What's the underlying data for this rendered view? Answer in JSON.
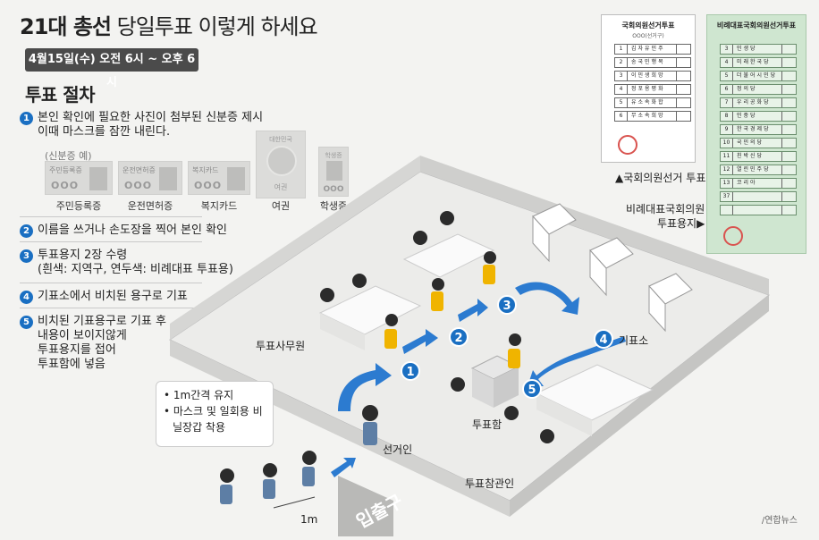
{
  "header": {
    "title_bold": "21대 총선",
    "title_rest": " 당일투표 이렇게 하세요",
    "date_time": "4월15일(수) 오전 6시 ~ 오후 6시",
    "section_title": "투표 절차"
  },
  "steps": [
    {
      "num": "1",
      "line1": "본인 확인에 필요한 사진이 첨부된 신분증 제시",
      "line2": "이때 마스크를 잠깐 내린다."
    },
    {
      "num": "2",
      "line1": "이름을 쓰거나 손도장을 찍어 본인 확인",
      "line2": ""
    },
    {
      "num": "3",
      "line1": "투표용지 2장 수령",
      "line2": "(흰색: 지역구, 연두색: 비례대표 투표용)"
    },
    {
      "num": "4",
      "line1": "기표소에서 비치된 용구로 기표",
      "line2": ""
    },
    {
      "num": "5",
      "line1": "비치된 기표용구로 기표 후",
      "line2": "내용이 보이지않게",
      "line3": "투표용지를 접어",
      "line4": "투표함에 넣음"
    }
  ],
  "id_cards": {
    "note": "(신분증 예)",
    "cards": [
      {
        "label": "주민등록증",
        "number": "OOO",
        "caption": "주민등록증"
      },
      {
        "label": "운전면허증",
        "number": "OOO",
        "caption": "운전면허증"
      },
      {
        "label": "복지카드",
        "number": "OOO",
        "caption": "복지카드"
      }
    ],
    "passport": {
      "top": "대한민국",
      "word": "여권",
      "caption": "여권"
    },
    "student": {
      "label": "학생증",
      "number": "OOO",
      "caption": "학생증"
    }
  },
  "ballots": {
    "district": {
      "header": "국회의원선거투표",
      "sub": "OOO(선거구)",
      "rows": [
        {
          "n": "1",
          "name": "김자유민주"
        },
        {
          "n": "2",
          "name": "송국민행복"
        },
        {
          "n": "3",
          "name": "이민생희망"
        },
        {
          "n": "4",
          "name": "정포용평화"
        },
        {
          "n": "5",
          "name": "유소속화합"
        },
        {
          "n": "6",
          "name": "무소속희망"
        }
      ],
      "caption": "▲국회의원선거 투표용지"
    },
    "proportional": {
      "header": "비례대표국회의원선거투표",
      "rows": [
        {
          "n": "3",
          "name": "민생당"
        },
        {
          "n": "4",
          "name": "미래한국당"
        },
        {
          "n": "5",
          "name": "더불어시민당"
        },
        {
          "n": "6",
          "name": "정의당"
        },
        {
          "n": "7",
          "name": "우리공화당"
        },
        {
          "n": "8",
          "name": "민중당"
        },
        {
          "n": "9",
          "name": "한국경제당"
        },
        {
          "n": "10",
          "name": "국민의당"
        },
        {
          "n": "11",
          "name": "친박신당"
        },
        {
          "n": "12",
          "name": "열린민주당"
        },
        {
          "n": "13",
          "name": "코리아"
        },
        {
          "n": "37",
          "name": ""
        }
      ],
      "caption_line1": "비례대표국회의원",
      "caption_line2": "투표용지▶"
    }
  },
  "tips": [
    "• 1m간격 유지",
    "• 마스크 및 일회용 비닐장갑 착용"
  ],
  "scene_labels": {
    "clerk": "투표사무원",
    "voter": "선거인",
    "booth": "기표소",
    "box": "투표함",
    "observer": "투표참관인",
    "distance": "1m",
    "entrance": "입출구"
  },
  "markers": [
    "1",
    "2",
    "3",
    "4",
    "5"
  ],
  "credit": "/연합뉴스",
  "colors": {
    "accent_blue": "#1a6fc2",
    "vest_yellow": "#f0b400",
    "pill_dark": "#4b4b4b",
    "proportional_green": "#cfe6d0"
  }
}
